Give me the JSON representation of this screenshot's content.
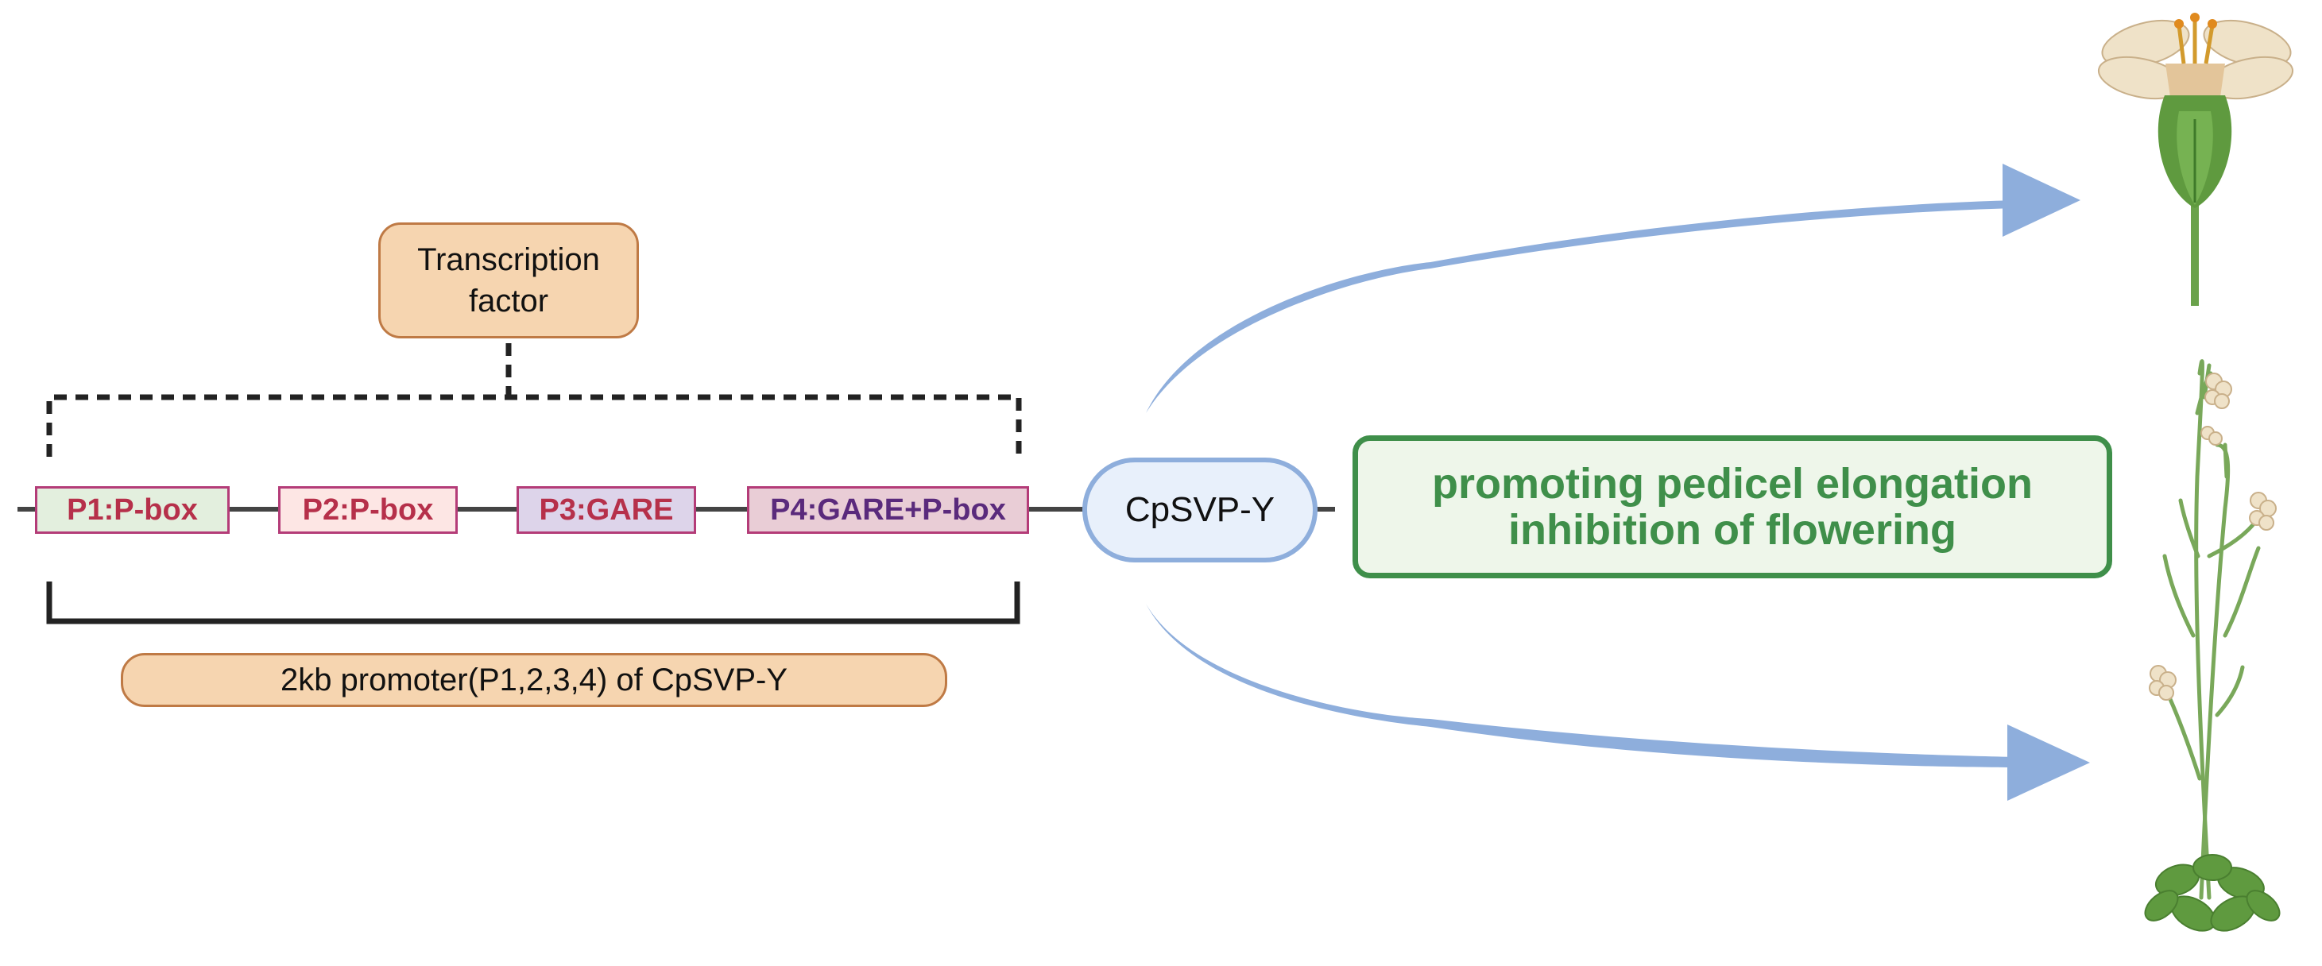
{
  "transcription_factor": {
    "line1": "Transcription",
    "line2": "factor"
  },
  "promoter_elements": [
    {
      "id": "P1",
      "label": "P1:P-box"
    },
    {
      "id": "P2",
      "label": "P2:P-box"
    },
    {
      "id": "P3",
      "label": "P3:GARE"
    },
    {
      "id": "P4",
      "label": "P4:GARE+P-box"
    }
  ],
  "gene": {
    "label": "CpSVP-Y"
  },
  "promoter_caption": "2kb promoter(P1,2,3,4) of  CpSVP-Y",
  "effect": {
    "line1": "promoting pedicel elongation",
    "line2": "inhibition of flowering"
  },
  "illustrations": {
    "top": "flower-illustration",
    "bottom": "flowering-plant-illustration"
  },
  "colors": {
    "tf_fill": "#f6d5b0",
    "tf_border": "#bf7a45",
    "p1_fill": "#e3efde",
    "p2_fill": "#fde6e4",
    "p3_fill": "#ddd4ea",
    "p4_fill": "#e9cdd6",
    "element_border": "#b43c78",
    "element_text": "#b6304a",
    "p4_text": "#5a2a7c",
    "gene_fill": "#e8f0fb",
    "gene_border": "#8eaedc",
    "effect_fill": "#eef6ea",
    "effect_color": "#3f8f4a",
    "arrow": "#8eaedc"
  }
}
